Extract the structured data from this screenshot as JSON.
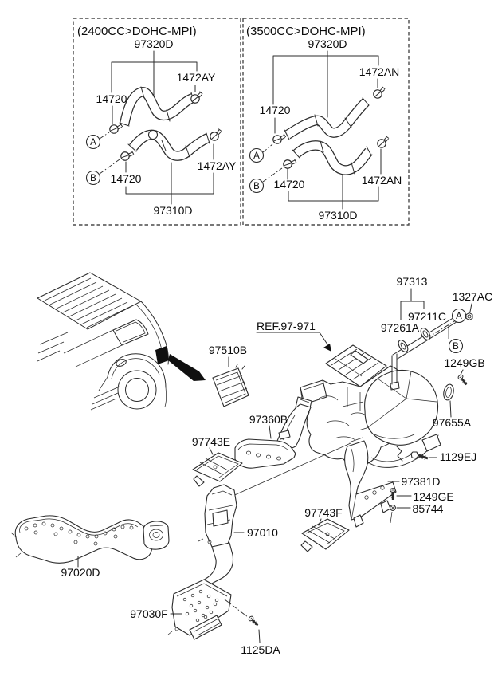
{
  "colors": {
    "line": "#2b2b2b",
    "text": "#0b0b0b",
    "paper": "#ffffff",
    "solid_black": "#101010"
  },
  "engine_boxes": [
    {
      "title": "(2400CC>DOHC-MPI)",
      "hose_upper": "97320D",
      "hose_lower": "97310D",
      "clamp_upper_left": "14720",
      "clamp_upper_right": "1472AY",
      "clamp_lower_left": "14720",
      "clamp_lower_right": "1472AY",
      "callout_a": "A",
      "callout_b": "B"
    },
    {
      "title": "(3500CC>DOHC-MPI)",
      "hose_upper": "97320D",
      "hose_lower": "97310D",
      "clamp_upper_left": "14720",
      "clamp_upper_right": "1472AN",
      "clamp_lower_left": "14720",
      "clamp_lower_right": "1472AN",
      "callout_a": "A",
      "callout_b": "B"
    }
  ],
  "main_diagram": {
    "ref_label": "REF.97-971",
    "callout_a": "A",
    "callout_b": "B",
    "parts": {
      "vent_grille": "97510B",
      "hose_assy": "97313",
      "grommet_inner": "97261A",
      "grommet_outer": "97211C",
      "nut": "1327AC",
      "screw_gb": "1249GB",
      "cover_front": "97655A",
      "bolt": "1129EJ",
      "duct_center": "97360B",
      "cover_e": "97743E",
      "duct_rear": "97381D",
      "screw_ge": "1249GE",
      "screw_85744": "85744",
      "cover_f": "97743F",
      "duct_main": "97010",
      "duct_floor_lh": "97020D",
      "duct_floor_rear": "97030F",
      "screw_da": "1125DA"
    }
  }
}
